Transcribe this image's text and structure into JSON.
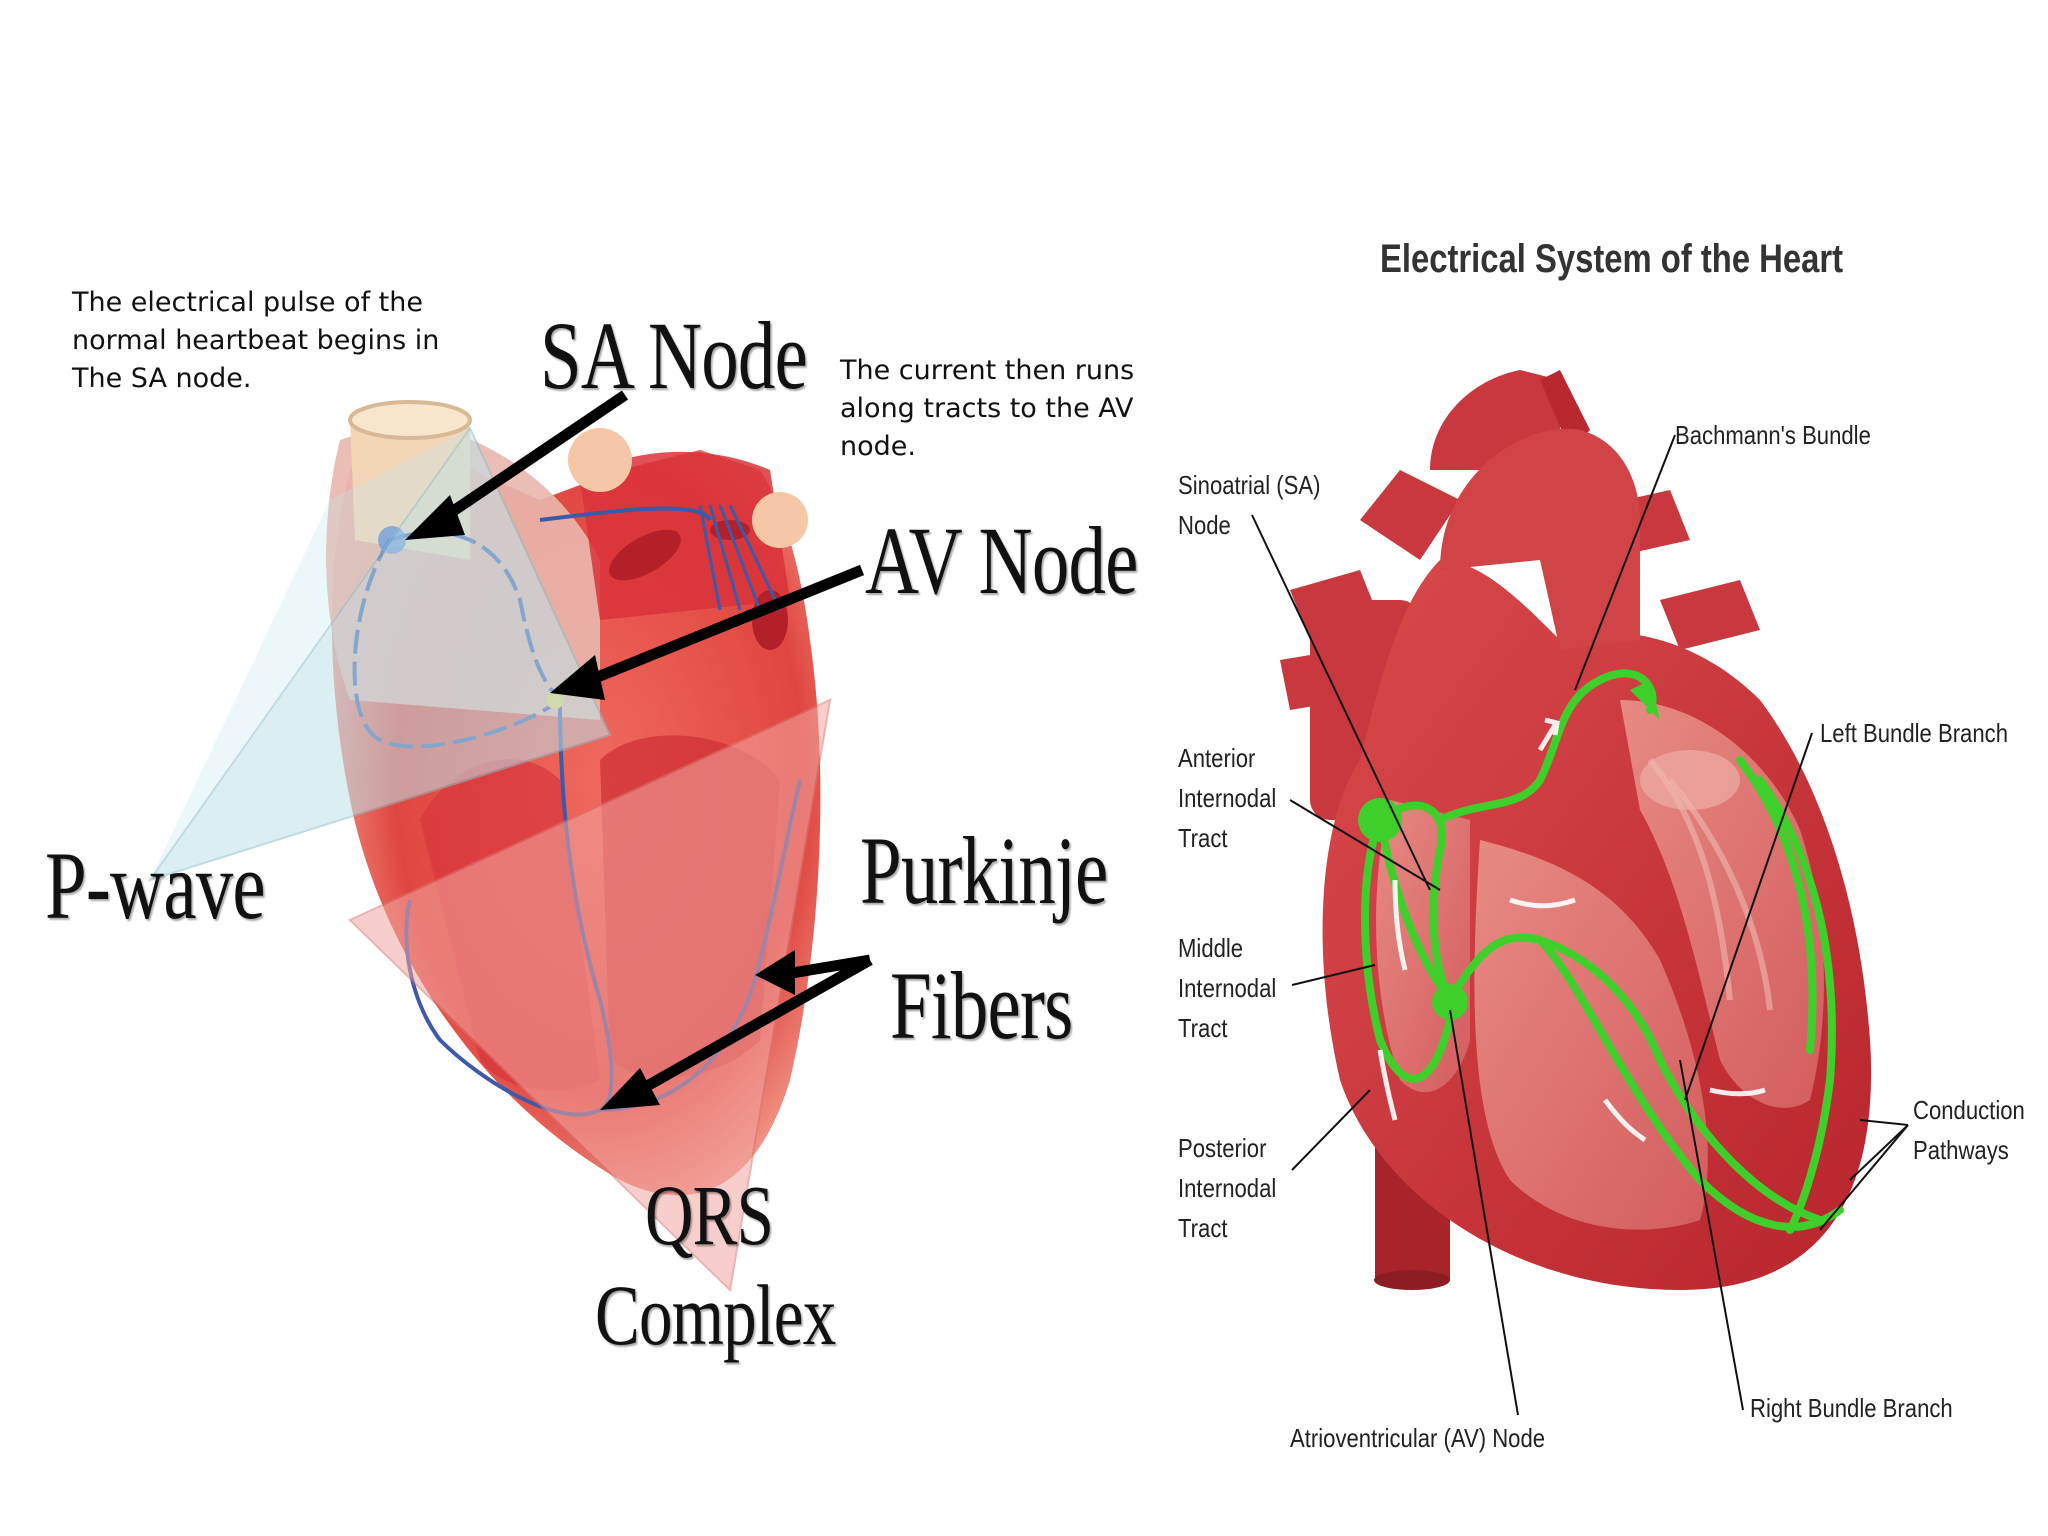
{
  "left_diagram": {
    "note_1": "The electrical pulse of the\nnormal heartbeat begins in\nThe SA node.",
    "note_2": "The current then runs\nalong tracts to the AV\nnode.",
    "labels": {
      "sa_node": "SA Node",
      "av_node": "AV Node",
      "p_wave": "P-wave",
      "purkinje_1": "Purkinje",
      "purkinje_2": "Fibers",
      "qrs_1": "QRS",
      "qrs_2": "Complex"
    }
  },
  "right_diagram": {
    "title": "Electrical System of the Heart",
    "labels": {
      "sa": "Sinoatrial (SA)\nNode",
      "anterior": "Anterior\nInternodal\nTract",
      "middle": "Middle\nInternodal\nTract",
      "posterior": "Posterior\nInternodal\nTract",
      "av": "Atrioventricular (AV) Node",
      "bachmann": "Bachmann's Bundle",
      "left_bundle": "Left Bundle Branch",
      "conduction": "Conduction\nPathways",
      "right_bundle": "Right Bundle Branch"
    }
  },
  "colors": {
    "heart_dark": "#c8353b",
    "heart_light": "#f07a6e",
    "conduction_green": "#3fcf2a",
    "p_wave_fill": "#bfe3ea",
    "qrs_fill": "#f3a7a3"
  }
}
